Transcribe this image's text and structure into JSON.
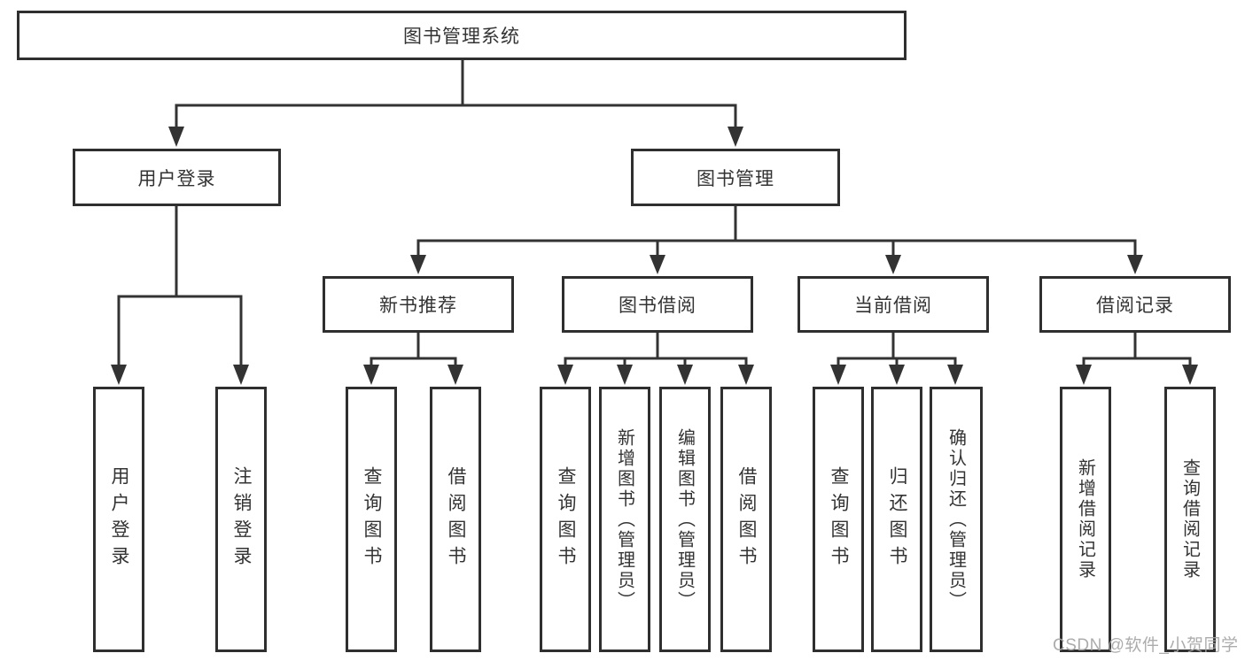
{
  "tree": {
    "root": {
      "label": "图书管理系统",
      "children": [
        {
          "label": "用户登录",
          "children": [
            {
              "label": "用户登录"
            },
            {
              "label": "注销登录"
            }
          ]
        },
        {
          "label": "图书管理",
          "children": [
            {
              "label": "新书推荐",
              "children": [
                {
                  "label": "查询图书"
                },
                {
                  "label": "借阅图书"
                }
              ]
            },
            {
              "label": "图书借阅",
              "children": [
                {
                  "label": "查询图书"
                },
                {
                  "label": "新增图书（管理员）"
                },
                {
                  "label": "编辑图书（管理员）"
                },
                {
                  "label": "借阅图书"
                }
              ]
            },
            {
              "label": "当前借阅",
              "children": [
                {
                  "label": "查询图书"
                },
                {
                  "label": "归还图书"
                },
                {
                  "label": "确认归还（管理员）"
                }
              ]
            },
            {
              "label": "借阅记录",
              "children": [
                {
                  "label": "新增借阅记录"
                },
                {
                  "label": "查询借阅记录"
                }
              ]
            }
          ]
        }
      ]
    }
  },
  "watermark": {
    "text": "CSDN @软件_小贺同学"
  },
  "colors": {
    "line": "#333333",
    "box_border": "#2f2f2f",
    "text": "#333333",
    "watermark": "#a5a5a5",
    "background": "#ffffff"
  }
}
